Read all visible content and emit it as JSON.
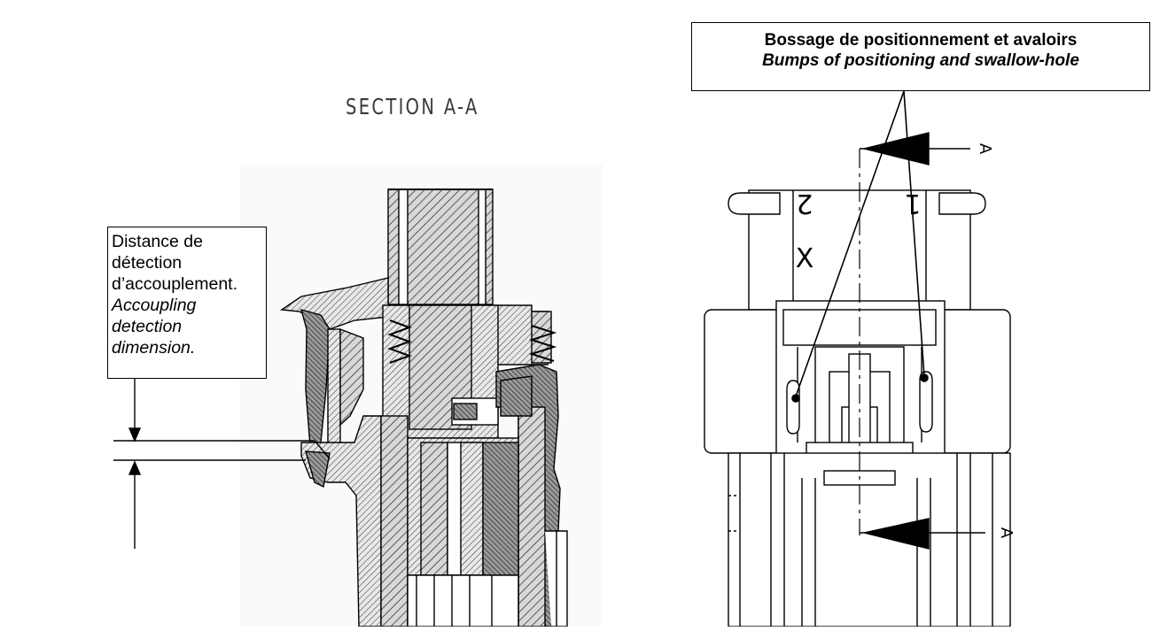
{
  "section_title": "SECTION A-A",
  "left_callout": {
    "fr_line1": "Distance de détection",
    "fr_line2": "d’accouplement.",
    "en_line1": "Accoupling detection",
    "en_line2": "dimension."
  },
  "right_callout": {
    "fr": "Bossage de positionnement et avaloirs",
    "en": "Bumps of positioning and swallow-hole"
  },
  "section_marks": [
    "A",
    "A"
  ],
  "part_marks": [
    "2",
    "1",
    "X"
  ]
}
